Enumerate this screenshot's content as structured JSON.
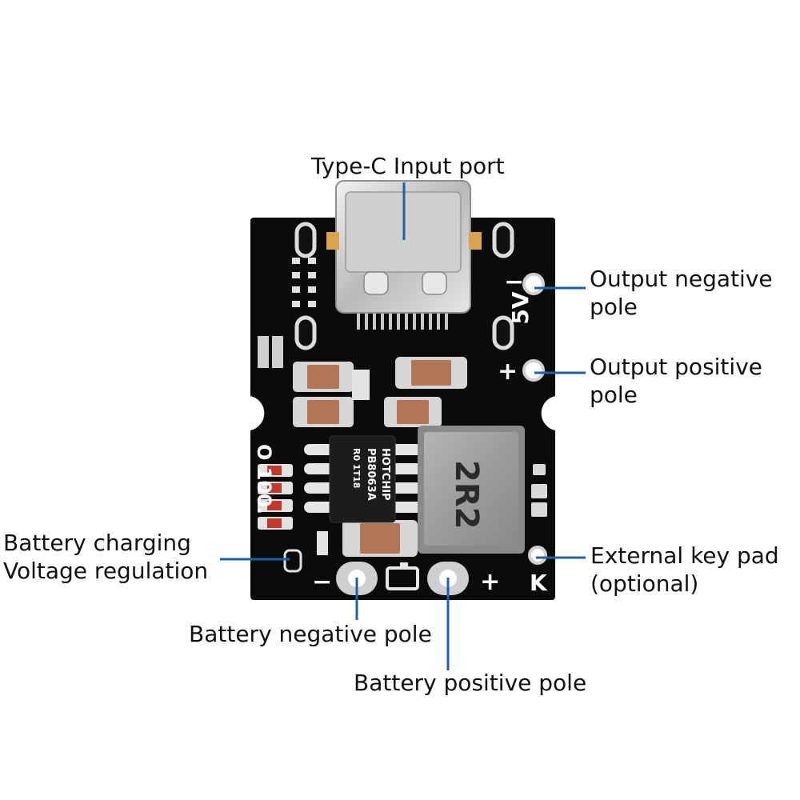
{
  "labels": {
    "type_c": "Type-C Input port",
    "out_neg_1": "Output negative",
    "out_neg_2": "pole",
    "out_pos_1": "Output positive",
    "out_pos_2": "pole",
    "charge_1": "Battery charging",
    "charge_2": "Voltage regulation",
    "key_1": "External key pad",
    "key_2": "(optional)",
    "bat_neg": "Battery negative pole",
    "bat_pos": "Battery positive pole"
  },
  "silkscreen": {
    "minus_top": "−",
    "plus_top": "+",
    "volt": "5V",
    "minus_bottom": "−",
    "plus_bottom": "+",
    "key": "K",
    "inductor": "2R2",
    "chip_1": "HOTCHIP",
    "chip_2": "PB8063A",
    "chip_3": "R0 1T18",
    "left_vert": "O  100."
  },
  "colors": {
    "pcb": "#0b0b0b",
    "leader": "#1f5fa8",
    "capacitor": "#b07656",
    "pad": "#d8d8d8"
  }
}
